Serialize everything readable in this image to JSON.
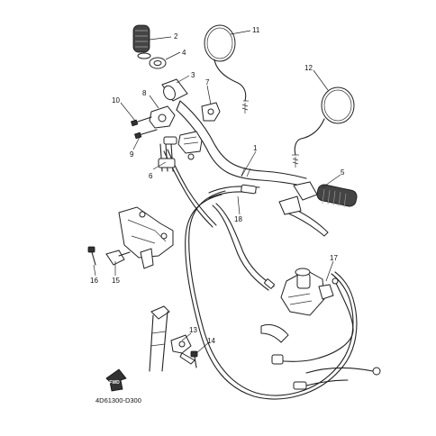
{
  "callouts": {
    "c1": "1",
    "c2": "2",
    "c3": "3",
    "c4": "4",
    "c5": "5",
    "c6": "6",
    "c7": "7",
    "c8": "8",
    "c9": "9",
    "c10": "10",
    "c11": "11",
    "c12": "12",
    "c13": "13",
    "c14": "14",
    "c15": "15",
    "c16": "16",
    "c17": "17",
    "c18": "18"
  },
  "diagram_code": "4D61300-D300",
  "fwd_label": "FWD"
}
